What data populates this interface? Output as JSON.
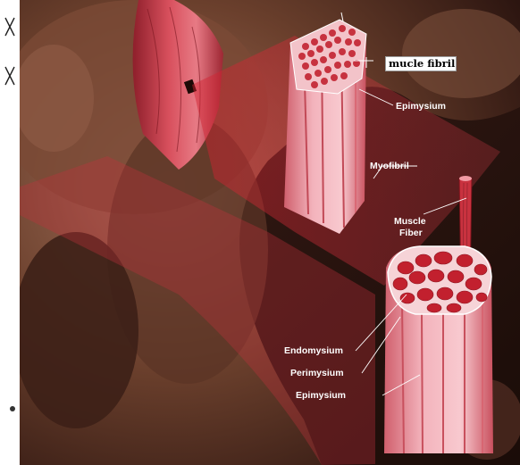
{
  "figure": {
    "callout_label": "mucle fibril",
    "labels": {
      "epimysium_top": "Epimysium",
      "myofibril": "Myofibril",
      "muscle_fiber_line1": "Muscle",
      "muscle_fiber_line2": "Fiber",
      "endomysium": "Endomysium",
      "perimysium": "Perimysium",
      "epimysium_bottom": "Epimysium"
    },
    "colors": {
      "muscle_red": "#c9404d",
      "fascicle_pink": "#f0a6b0",
      "photo_dark": "#2a1511",
      "label_text": "#ffffff"
    }
  }
}
